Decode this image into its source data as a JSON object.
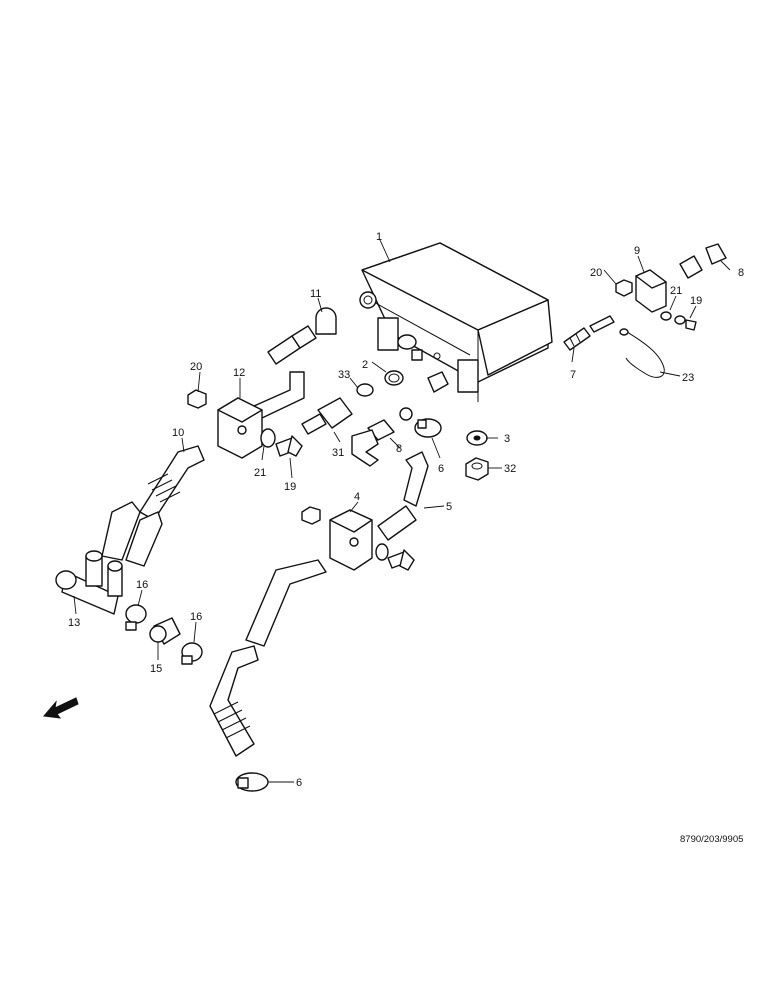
{
  "diagram": {
    "document_number": "8790/203/9905",
    "callouts": {
      "c1": "1",
      "c2": "2",
      "c3": "3",
      "c4": "4",
      "c5": "5",
      "c6a": "6",
      "c6b": "6",
      "c7": "7",
      "c8a": "8",
      "c8b": "8",
      "c9": "9",
      "c10": "10",
      "c11": "11",
      "c12": "12",
      "c13": "13",
      "c15": "15",
      "c16a": "16",
      "c16b": "16",
      "c19a": "19",
      "c19b": "19",
      "c20a": "20",
      "c20b": "20",
      "c21a": "21",
      "c21b": "21",
      "c23": "23",
      "c31": "31",
      "c32": "32",
      "c33": "33"
    }
  }
}
